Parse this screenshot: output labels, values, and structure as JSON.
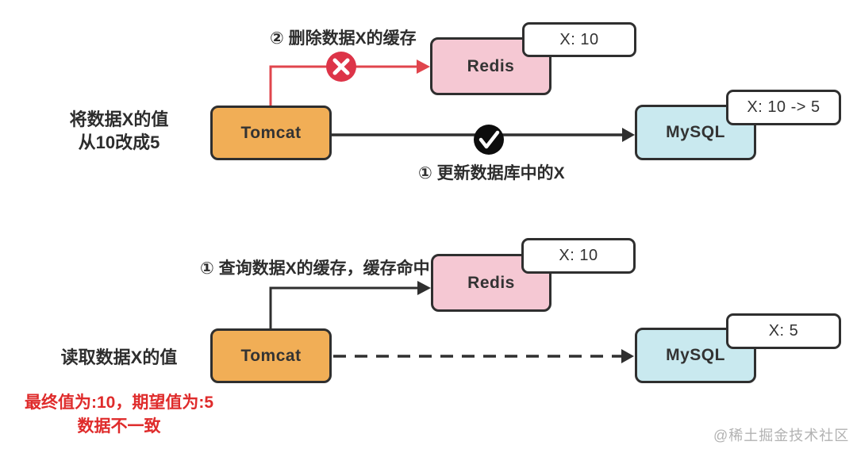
{
  "watermark": "@稀土掘金技术社区",
  "colors": {
    "tomcat_fill": "#F1AE56",
    "redis_fill": "#F5C8D3",
    "mysql_fill": "#C9E9EF",
    "node_border": "#2F2F2F",
    "red_accent": "#DD3448",
    "error_text": "#DF2B2B",
    "watermark_gray": "#B2B2B2"
  },
  "top_flow": {
    "scenario_line1": "将数据X的值",
    "scenario_line2": "从10改成5",
    "step2_label": "② 删除数据X的缓存",
    "step1_label": "① 更新数据库中的X",
    "tomcat_label": "Tomcat",
    "redis_label": "Redis",
    "mysql_label": "MySQL",
    "redis_value": "X: 10",
    "mysql_value": "X: 10 -> 5",
    "fail_icon": "x-icon",
    "success_icon": "check-icon"
  },
  "bottom_flow": {
    "scenario_label": "读取数据X的值",
    "error_line1": "最终值为:10，期望值为:5",
    "error_line2": "数据不一致",
    "step1_label": "① 查询数据X的缓存，缓存命中",
    "tomcat_label": "Tomcat",
    "redis_label": "Redis",
    "mysql_label": "MySQL",
    "redis_value": "X: 10",
    "mysql_value": "X: 5"
  }
}
